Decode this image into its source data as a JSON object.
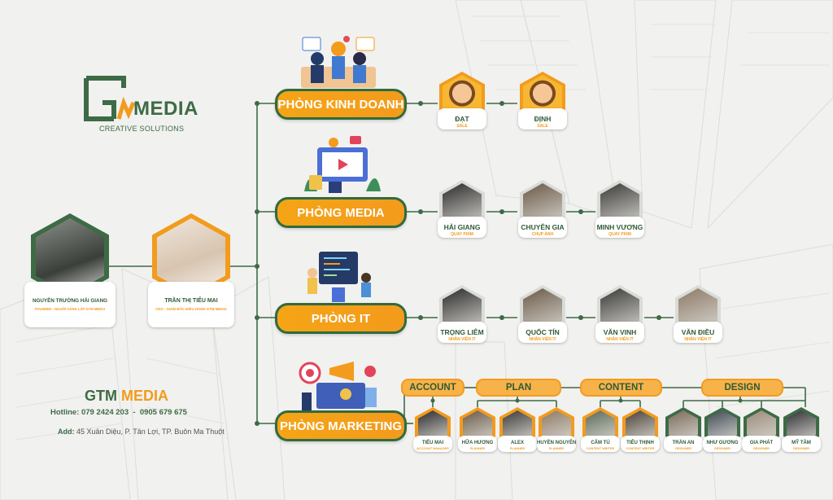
{
  "logo": {
    "mark": "GM",
    "word": "MEDIA",
    "tagline": "CREATIVE SOLUTIONS"
  },
  "leaders": [
    {
      "name": "NGUYỄN TRƯỜNG HẢI GIANG",
      "role": "FOUNDER - NGƯỜI SÁNG LẬP GTM MEDIA"
    },
    {
      "name": "TRẦN THỊ TIỂU MAI",
      "role": "CEO - GIÁM ĐỐC ĐIỀU HÀNH GTM MEDIA"
    }
  ],
  "departments": [
    {
      "label": "PHÒNG KINH DOANH"
    },
    {
      "label": "PHÒNG MEDIA"
    },
    {
      "label": "PHÒNG IT"
    },
    {
      "label": "PHÒNG MARKETING"
    }
  ],
  "sales": [
    {
      "name": "ĐẠT",
      "role": "SALE"
    },
    {
      "name": "ĐỊNH",
      "role": "SALE"
    }
  ],
  "media": [
    {
      "name": "HẢI GIANG",
      "role": "QUAY PHIM"
    },
    {
      "name": "CHUYÊN GIA",
      "role": "CHỤP ẢNH"
    },
    {
      "name": "MINH VƯƠNG",
      "role": "QUAY PHIM"
    }
  ],
  "it": [
    {
      "name": "TRỌNG LIÊM",
      "role": "NHÂN VIÊN IT"
    },
    {
      "name": "QUỐC TÍN",
      "role": "NHÂN VIÊN IT"
    },
    {
      "name": "VĂN VINH",
      "role": "NHÂN VIÊN IT"
    },
    {
      "name": "VĂN ĐIỀU",
      "role": "NHÂN VIÊN IT"
    }
  ],
  "marketing_groups": [
    "ACCOUNT",
    "PLAN",
    "CONTENT",
    "DESIGN"
  ],
  "marketing": [
    {
      "name": "TIỂU MAI",
      "role": "ACCOUNT MANAGER"
    },
    {
      "name": "HỮA HƯƠNG",
      "role": "PLANNER"
    },
    {
      "name": "ALEX",
      "role": "PLANNER"
    },
    {
      "name": "HUYỀN NGUYÊN",
      "role": "PLANNER"
    },
    {
      "name": "CẨM TÚ",
      "role": "CONTENT WRITER"
    },
    {
      "name": "TIỂU THỊNH",
      "role": "CONTENT WRITER"
    },
    {
      "name": "TRẦN AN",
      "role": "DESIGNER"
    },
    {
      "name": "NHƯ GƯƠNG",
      "role": "DESIGNER"
    },
    {
      "name": "GIA PHÁT",
      "role": "DESIGNER"
    },
    {
      "name": "MỸ TÂM",
      "role": "DESIGNER"
    }
  ],
  "footer": {
    "brand_a": "GTM",
    "brand_b": " MEDIA",
    "hotline": "Hotline: 079 2424 203  -  0905 679 675",
    "address_label": "Add:",
    "address": " 45 Xuân Diệu, P. Tân Lợi, TP. Buôn Ma Thuột"
  },
  "colors": {
    "green": "#2f6b3f",
    "orange": "#f39b1d",
    "background": "#f1f1ef"
  }
}
